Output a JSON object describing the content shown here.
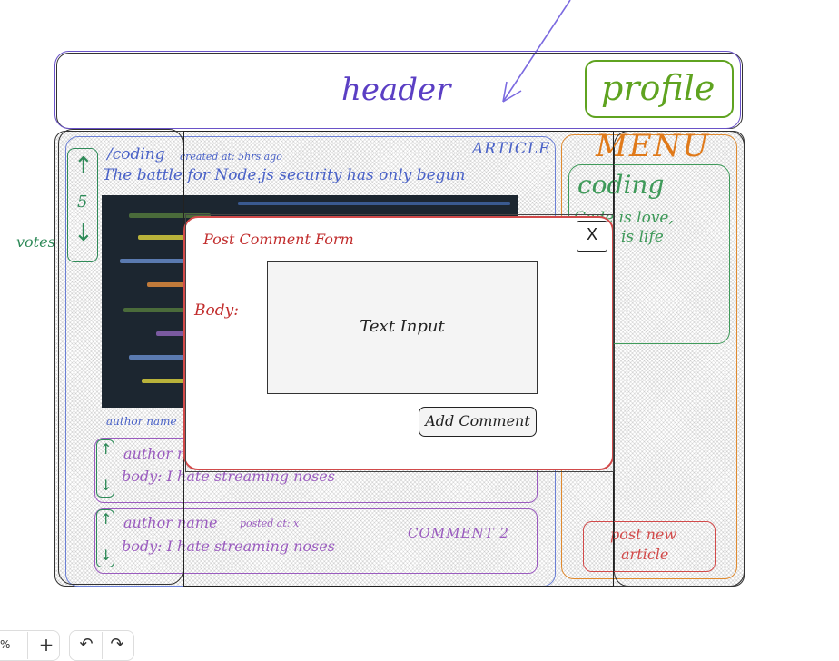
{
  "header": {
    "label": "header",
    "profile_label": "profile"
  },
  "article": {
    "tag": "ARTICLE",
    "subreddit": "/coding",
    "created": "created at: 5hrs ago",
    "title": "The battle for Node.js security has only begun",
    "author": "author name"
  },
  "votes": {
    "count": "5",
    "label": "votes",
    "up_icon": "arrow-up-icon",
    "down_icon": "arrow-down-icon"
  },
  "comments": [
    {
      "author": "author name",
      "body": "body: I hate streaming noses"
    },
    {
      "author": "author name",
      "posted": "posted at: x",
      "body": "body: I hate streaming noses",
      "tag": "COMMENT 2"
    }
  ],
  "menu": {
    "title": "MENU",
    "topic": {
      "title": "coding",
      "desc_line1": "Code is love,",
      "desc_line2": "is life"
    },
    "post_new_line1": "post new",
    "post_new_line2": "article"
  },
  "modal": {
    "title": "Post Comment Form",
    "close_label": "X",
    "body_label": "Body:",
    "input_placeholder": "Text Input",
    "submit_label": "Add Comment"
  },
  "toolbar": {
    "zoom": "%",
    "zoom_in": "+",
    "undo": "↶",
    "redo": "↷"
  },
  "colors": {
    "header": "#5b3fc4",
    "profile": "#5fa320",
    "article": "#4a62c8",
    "votes": "#2e8a58",
    "comments": "#9a5bbf",
    "menu": "#e07a1a",
    "coding": "#3f9a5a",
    "form": "#c22e2e"
  }
}
